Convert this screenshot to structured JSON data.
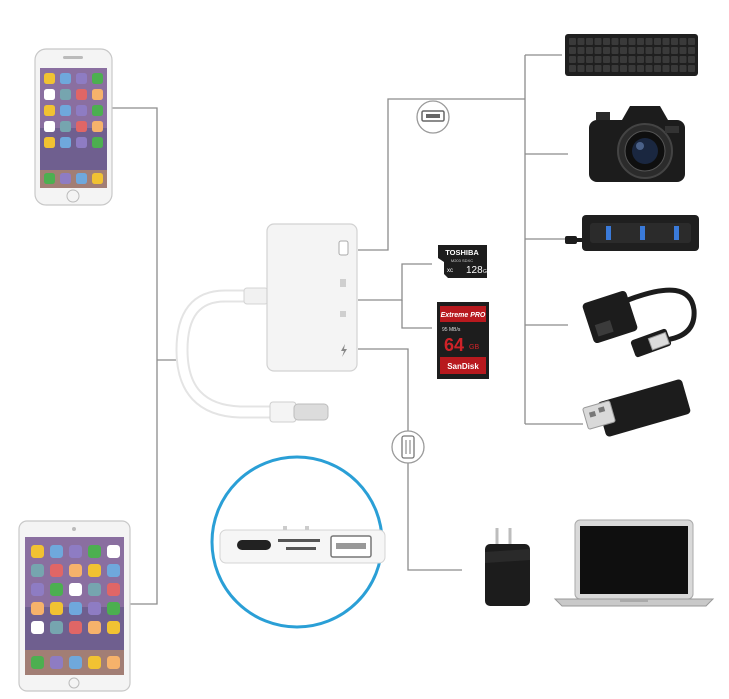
{
  "microsd": {
    "brand": "TOSHIBA",
    "series": "M203 SDXC",
    "capacity": "128",
    "unit": "GB"
  },
  "sdcard": {
    "line": "Extreme PRO",
    "speed": "95 MB/s",
    "capacity": "64",
    "unit": "GB",
    "brand": "SanDisk"
  },
  "devices": [
    "iphone",
    "ipad",
    "adapter",
    "keyboard",
    "camera",
    "usb-hub",
    "ethernet-adapter",
    "usb-flash-drive",
    "power-charger",
    "laptop"
  ],
  "colors": {
    "line": "#8c8c8c",
    "adapter": "#f3f3f3",
    "circle": "#2a9fd6",
    "device": "#1c1c1c"
  }
}
